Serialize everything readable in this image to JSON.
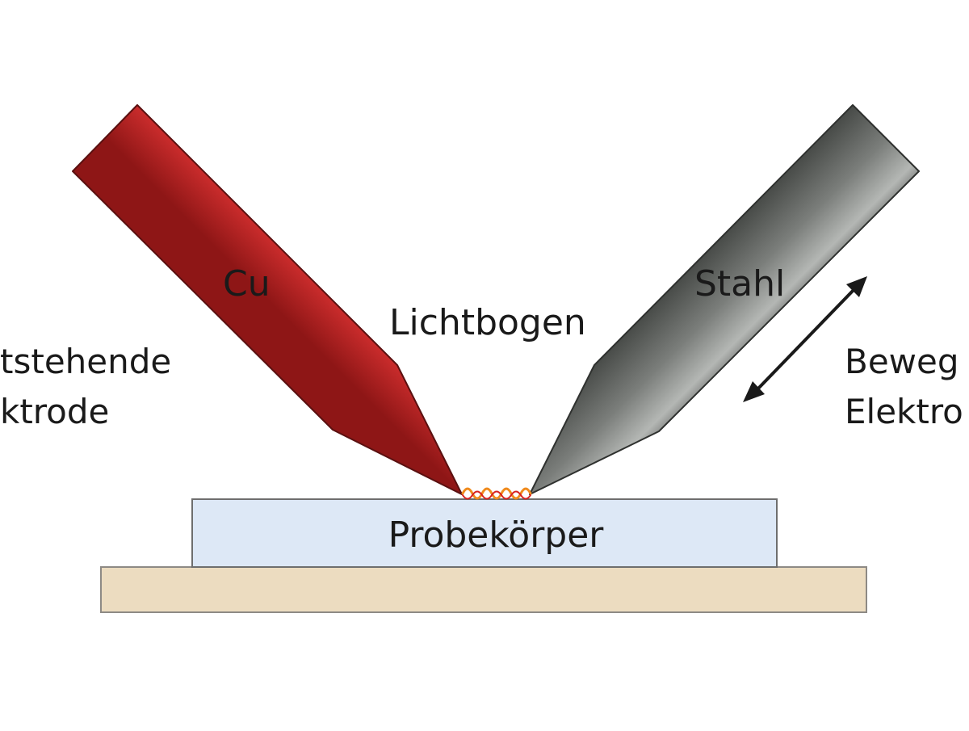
{
  "labels": {
    "copper_electrode": "Cu",
    "steel_electrode": "Stahl",
    "arc": "Lichtbogen",
    "fixed_electrode_line1": "tstehende",
    "fixed_electrode_line2": "ktrode",
    "moving_electrode_line1": "Beweg",
    "moving_electrode_line2": "Elektro",
    "specimen": "Probekörper"
  },
  "colors": {
    "copper_dark": "#8e1616",
    "copper_mid": "#d22f2f",
    "copper_light": "#ef6a6a",
    "steel_dark": "#4a4d4a",
    "steel_mid": "#7b7e7b",
    "steel_light": "#b4b7b4",
    "specimen": "#dde8f6",
    "base": "#ecdcc0",
    "arc_orange": "#f08a1c",
    "arc_red": "#d8201e"
  },
  "icons": {
    "motion": "double-arrow-icon"
  }
}
